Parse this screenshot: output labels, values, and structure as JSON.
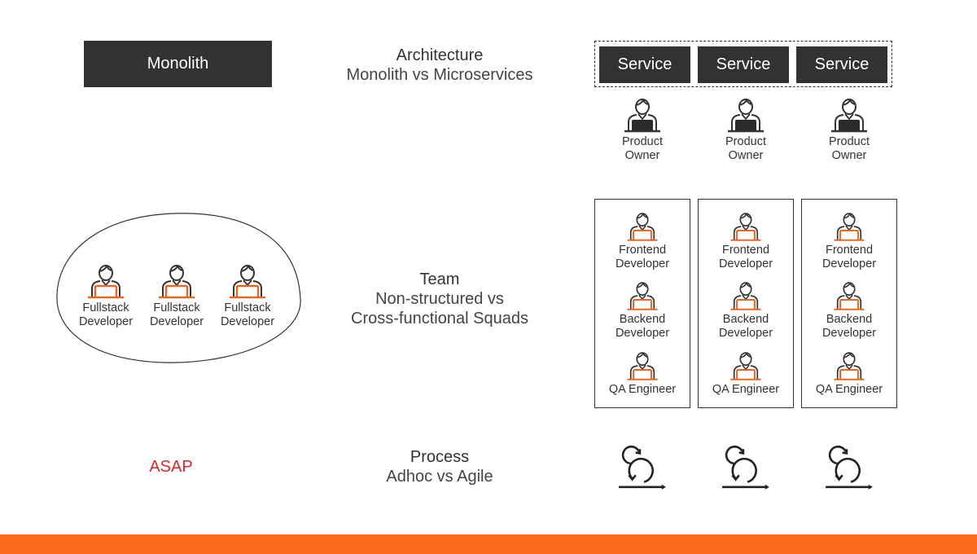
{
  "colors": {
    "accent": "#fd6a1e",
    "dark_box": "#323232",
    "asap": "#d8262b",
    "icon_orange": "#e06a2a"
  },
  "left": {
    "monolith_label": "Monolith",
    "team": [
      {
        "line1": "Fullstack",
        "line2": "Developer"
      },
      {
        "line1": "Fullstack",
        "line2": "Developer"
      },
      {
        "line1": "Fullstack",
        "line2": "Developer"
      }
    ],
    "process_label": "ASAP"
  },
  "center": {
    "architecture": {
      "title": "Architecture",
      "subtitle": "Monolith vs Microservices"
    },
    "team": {
      "title": "Team",
      "subtitle_line1": "Non-structured vs",
      "subtitle_line2": "Cross-functional Squads"
    },
    "process": {
      "title": "Process",
      "subtitle": "Adhoc vs Agile"
    }
  },
  "right": {
    "services": [
      "Service",
      "Service",
      "Service"
    ],
    "owners": [
      {
        "line1": "Product",
        "line2": "Owner"
      },
      {
        "line1": "Product",
        "line2": "Owner"
      },
      {
        "line1": "Product",
        "line2": "Owner"
      }
    ],
    "squads": [
      {
        "members": [
          {
            "line1": "Frontend",
            "line2": "Developer"
          },
          {
            "line1": "Backend",
            "line2": "Developer"
          },
          {
            "line1": "QA Engineer",
            "line2": ""
          }
        ]
      },
      {
        "members": [
          {
            "line1": "Frontend",
            "line2": "Developer"
          },
          {
            "line1": "Backend",
            "line2": "Developer"
          },
          {
            "line1": "QA Engineer",
            "line2": ""
          }
        ]
      },
      {
        "members": [
          {
            "line1": "Frontend",
            "line2": "Developer"
          },
          {
            "line1": "Backend",
            "line2": "Developer"
          },
          {
            "line1": "QA Engineer",
            "line2": ""
          }
        ]
      }
    ],
    "process_icons": [
      "agile-loop-icon",
      "agile-loop-icon",
      "agile-loop-icon"
    ]
  }
}
